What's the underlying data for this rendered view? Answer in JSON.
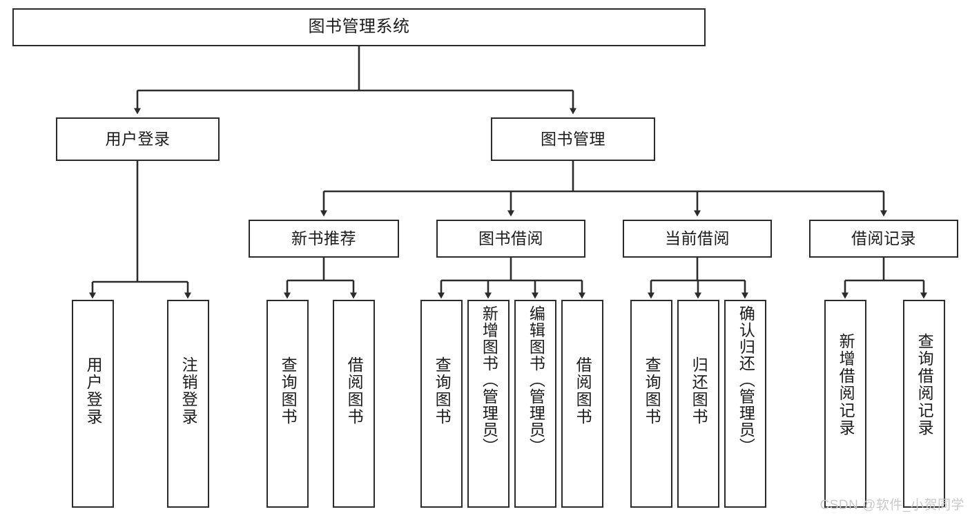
{
  "diagram": {
    "type": "tree-hierarchy-flowchart",
    "orientation": "top-down",
    "root": {
      "label": "图书管理系统"
    },
    "level2": [
      {
        "label": "用户登录"
      },
      {
        "label": "图书管理"
      }
    ],
    "level3": [
      {
        "label": "新书推荐"
      },
      {
        "label": "图书借阅"
      },
      {
        "label": "当前借阅"
      },
      {
        "label": "借阅记录"
      }
    ],
    "leaves": {
      "user_login": [
        {
          "label": "用户登录"
        },
        {
          "label": "注销登录"
        }
      ],
      "new_book_recommend": [
        {
          "label": "查询图书"
        },
        {
          "label": "借阅图书"
        }
      ],
      "book_borrow": [
        {
          "label": "查询图书"
        },
        {
          "label": "新增图书（管理员）"
        },
        {
          "label": "编辑图书（管理员）"
        },
        {
          "label": "借阅图书"
        }
      ],
      "current_borrow": [
        {
          "label": "查询图书"
        },
        {
          "label": "归还图书"
        },
        {
          "label": "确认归还（管理员）"
        }
      ],
      "borrow_record": [
        {
          "label": "新增借阅记录"
        },
        {
          "label": "查询借阅记录"
        }
      ]
    }
  },
  "watermark": {
    "text": "CSDN @软件_小贺同学"
  },
  "colors": {
    "border": "#2b2b2b",
    "text": "#1b1b1b",
    "background": "#ffffff",
    "watermark": "#c9c9c9"
  }
}
